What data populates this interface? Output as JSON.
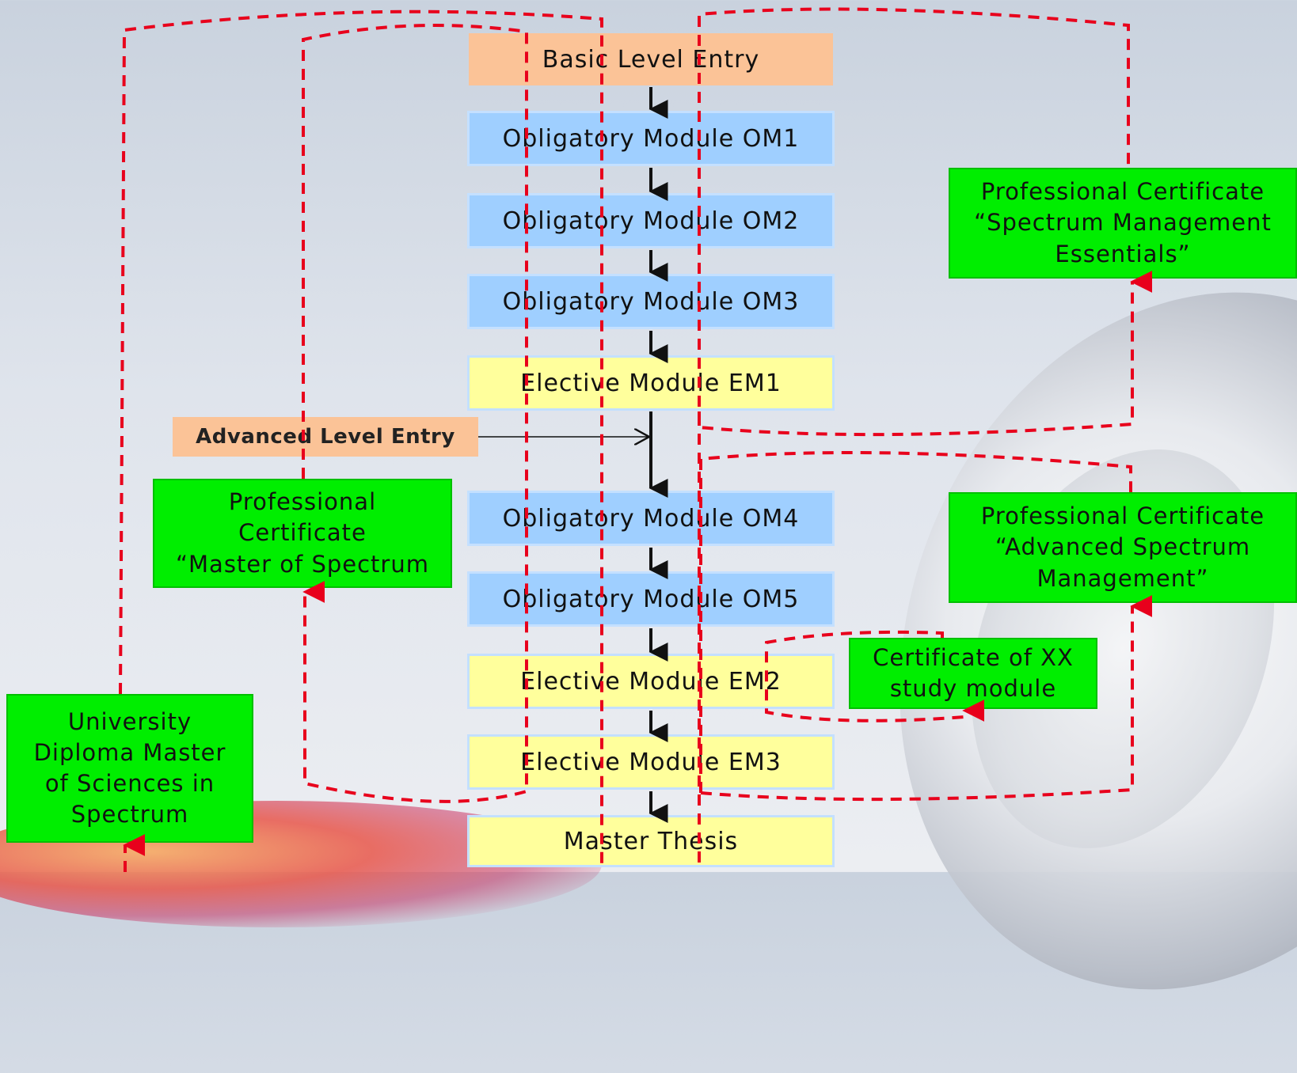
{
  "flow": {
    "basic_entry": "Basic Level Entry",
    "om1": "Obligatory Module OM1",
    "om2": "Obligatory Module OM2",
    "om3": "Obligatory Module OM3",
    "em1": "Elective Module EM1",
    "advanced_entry": "Advanced Level Entry",
    "om4": "Obligatory Module OM4",
    "om5": "Obligatory Module OM5",
    "em2": "Elective Module EM2",
    "em3": "Elective Module EM3",
    "thesis": "Master Thesis"
  },
  "certificates": {
    "spectrum_essentials": [
      "Professional Certificate",
      "“Spectrum Management",
      "Essentials”"
    ],
    "master_spectrum": [
      "Professional",
      "Certificate",
      "“Master of Spectrum"
    ],
    "advanced_spectrum": [
      "Professional Certificate",
      "“Advanced Spectrum",
      "Management”"
    ],
    "xx_module": [
      "Certificate of XX",
      "study module"
    ],
    "university_diploma": [
      "University",
      "Diploma Master",
      "of Sciences in",
      "Spectrum"
    ]
  },
  "colors": {
    "obligatory": "#9fcfff",
    "elective": "#ffff9c",
    "entry": "#fbc397",
    "certificate": "#00ee00",
    "dashed_path": "#e8001c",
    "arrow": "#111111"
  }
}
